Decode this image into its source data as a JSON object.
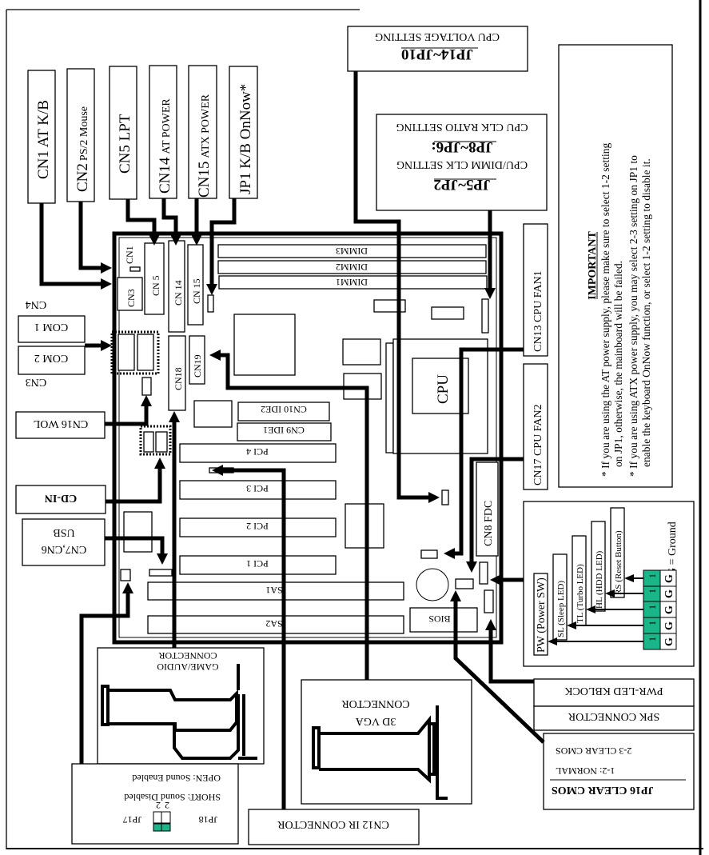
{
  "top_labels": {
    "cn1": "CN1 AT K/B",
    "cn2_a": "CN2",
    "cn2_b": "PS/2 Mouse",
    "cn5": "CN5 LPT",
    "cn14_a": "CN14",
    "cn14_b": "AT POWER",
    "cn15_a": "CN15",
    "cn15_b": "ATX POWER",
    "jp1": "JP1 K/B OnNow*"
  },
  "jumper_boxes": {
    "jp14_title": "JP14~JP10",
    "jp14_desc": "CPU VOLTAGE SETTING",
    "jp5_title": "JP5~JP2",
    "jp5_desc": "CPU/DIMM CLK SETTING",
    "jp8_title": "JP8~JP6:",
    "jp8_desc": "CPU CLK RATIO SETTING"
  },
  "important": {
    "title": "IMPORTANT",
    "lines": [
      "* If you are using the AT power supply, please make sure to select  1-2 setting",
      "on JP1, otherwise, the mainboard will be failed.",
      "* If you are using ATX power supply,  you may select 2-3 setting on JP1 to",
      "enable the keyboard OnNow function, or select 1-2 setting to disable it."
    ]
  },
  "board": {
    "dimm3": "DIMM3",
    "dimm2": "DIMM2",
    "dimm1": "DIMM1",
    "cn1": "CN1",
    "cn3": "CN3",
    "cn5": "CN 5",
    "cn14": "CN 14",
    "cn15": "CN 15",
    "cn18": "CN18",
    "cn19": "CN19",
    "ide2": "CN10 IDE2",
    "ide1": "CN9  IDE1",
    "pci4": "PCI 4",
    "pci3": "PCI 3",
    "pci2": "PCI 2",
    "pci1": "PCI 1",
    "isa1": "ISA1",
    "isa2": "ISA2",
    "cpu": "CPU",
    "fdc": "CN8 FDC",
    "bios": "BIOS"
  },
  "side_labels": {
    "cn13": "CN13 CPU FAN1",
    "cn17": "CN17 CPU FAN2",
    "cn4": "CN4",
    "com1": "COM 1",
    "com2": "COM 2",
    "cn3": "CN3",
    "wol": "CN16 WOL",
    "cdin": "CD-IN",
    "usb_a": "CN7,CN6",
    "usb_b": "USB"
  },
  "front_panel": {
    "pw": "PW (Power SW)",
    "sl": "SL (Sleep LED)",
    "tl": "TL (Turbo LED)",
    "hl": "HL (HDD LED)",
    "rs": "RS (Reset Button)",
    "ground": "G = Ground",
    "pin_one": "1",
    "pin_g": "G",
    "pin_color": "#1bb58a"
  },
  "bottom_labels": {
    "kblock": "PWR-LED KBLOCK",
    "spk": "SPK CONNECTOR",
    "jp16_title": "JP16 CLEAR CMOS",
    "jp16_l1": "1-2: NORMAL",
    "jp16_l2": "2-3 CLEAR CMOS",
    "game_l1": "GAME/AUDIO",
    "game_l2": "CONNECTOR",
    "vga_l1": "3D VGA",
    "vga_l2": "CONNECTOR",
    "ir": "CN12 IR CONNECTOR",
    "jp18": "JP18",
    "jp17": "JP17",
    "jp_pin1": "1",
    "jp_pin2": "2",
    "short": "SHORT: Sound Disabled",
    "open": "OPEN: Sound Enabled"
  }
}
